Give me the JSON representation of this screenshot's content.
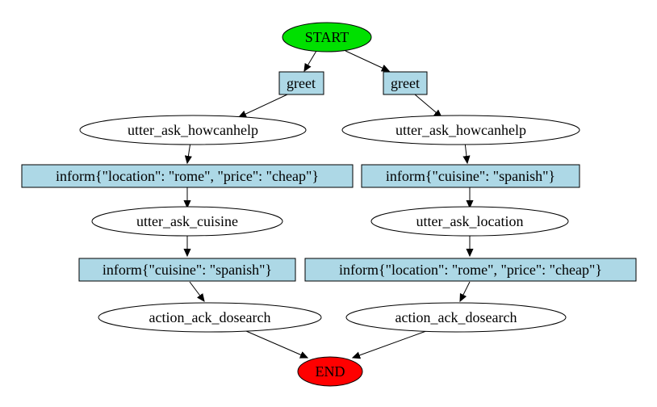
{
  "colors": {
    "start_fill": "#00e000",
    "end_fill": "#ff0000",
    "user_box_fill": "#add8e6",
    "action_fill": "#ffffff",
    "line": "#000000"
  },
  "nodes": {
    "start": "START",
    "end": "END",
    "left": {
      "greet": "greet",
      "utter_howcanhelp": "utter_ask_howcanhelp",
      "inform_location_price": "inform{\"location\": \"rome\", \"price\": \"cheap\"}",
      "utter_cuisine": "utter_ask_cuisine",
      "inform_cuisine": "inform{\"cuisine\": \"spanish\"}",
      "action_dosearch": "action_ack_dosearch"
    },
    "right": {
      "greet": "greet",
      "utter_howcanhelp": "utter_ask_howcanhelp",
      "inform_cuisine": "inform{\"cuisine\": \"spanish\"}",
      "utter_location": "utter_ask_location",
      "inform_location_price": "inform{\"location\": \"rome\", \"price\": \"cheap\"}",
      "action_dosearch": "action_ack_dosearch"
    }
  }
}
